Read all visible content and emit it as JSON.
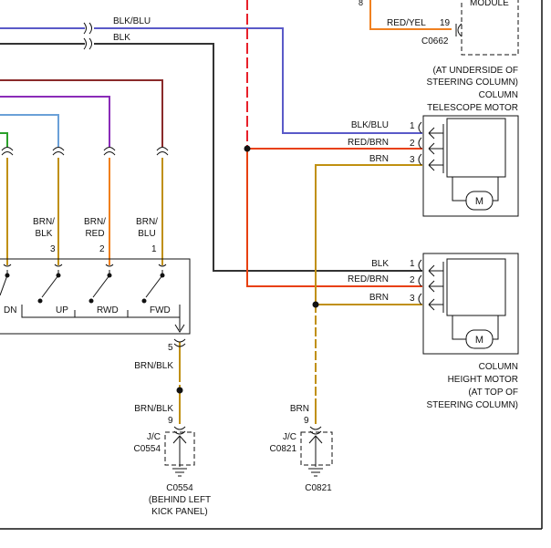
{
  "colors": {
    "blk": "#333333",
    "blk_blu": "#5a5ac8",
    "red_brn": "#e84010",
    "brn": "#c09010",
    "red_yel": "#f08020",
    "purple": "#8a2bb8",
    "dk_red": "#8a2a2a",
    "green": "#2aa02a",
    "light_blue": "#6aa0d8",
    "orange": "#f0801a",
    "red_dash": "#e8202a"
  },
  "top": {
    "wire1_label": "BLK/BLU",
    "wire2_label": "BLK",
    "module_label": "MODULE",
    "red_yel_label": "RED/YEL",
    "red_yel_pin": "19",
    "pin_8": "8",
    "connector_c0662": "C0662"
  },
  "telescope": {
    "note_line1": "(AT UNDERSIDE OF",
    "note_line2": "STEERING COLUMN)",
    "note_line3": "COLUMN",
    "note_line4": "TELESCOPE MOTOR",
    "pins": [
      {
        "wire": "BLK/BLU",
        "pin": "1"
      },
      {
        "wire": "RED/BRN",
        "pin": "2"
      },
      {
        "wire": "BRN",
        "pin": "3"
      }
    ],
    "motor_symbol": "M"
  },
  "height": {
    "pins": [
      {
        "wire": "BLK",
        "pin": "1"
      },
      {
        "wire": "RED/BRN",
        "pin": "2"
      },
      {
        "wire": "BRN",
        "pin": "3"
      }
    ],
    "motor_symbol": "M",
    "note_line1": "COLUMN",
    "note_line2": "HEIGHT MOTOR",
    "note_line3": "(AT TOP OF",
    "note_line4": "STEERING COLUMN)"
  },
  "switch": {
    "wires": [
      {
        "label_top": "",
        "label_bottom": "",
        "pin": ""
      },
      {
        "label_top": "BRN/",
        "label_bottom": "BLK",
        "pin": "3"
      },
      {
        "label_top": "BRN/",
        "label_bottom": "RED",
        "pin": "2"
      },
      {
        "label_top": "BRN/",
        "label_bottom": "BLU",
        "pin": "1"
      }
    ],
    "positions": [
      "DN",
      "UP",
      "RWD",
      "FWD"
    ],
    "out_pin": "5",
    "out_wire": "BRN/BLK"
  },
  "ground_left": {
    "wire": "BRN/BLK",
    "pin": "9",
    "jc_label": "J/C",
    "connector": "C0554",
    "ground_label": "C0554",
    "note_line1": "(BEHIND LEFT",
    "note_line2": "KICK PANEL)"
  },
  "ground_right": {
    "wire": "BRN",
    "pin": "9",
    "jc_label": "J/C",
    "connector": "C0821",
    "ground_label": "C0821"
  }
}
